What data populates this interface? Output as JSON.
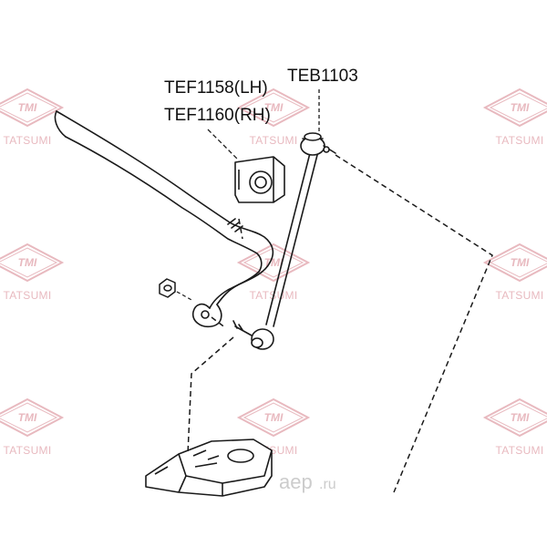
{
  "labels": {
    "bushing_lh": "TEF1158(LH)",
    "bushing_rh": "TEF1160(RH)",
    "stabilizer_link": "TEB1103"
  },
  "watermark": {
    "brand": "TMI",
    "name": "TATSUMI",
    "color": "#e8b9bf"
  },
  "site_logo": {
    "text": "aep",
    "tld": ".ru",
    "color": "#cccccc"
  },
  "colors": {
    "line": "#1a1a1a",
    "background": "#ffffff"
  }
}
